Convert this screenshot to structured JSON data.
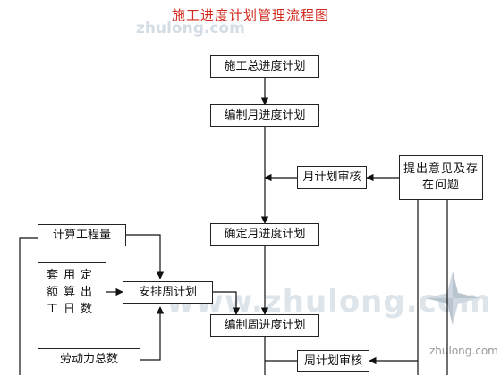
{
  "title": "施工进度计划管理流程图",
  "watermark": {
    "top": "zhulong.com",
    "center": "www.zhulong.com",
    "corner": "zhulong.com"
  },
  "nodes": {
    "total_plan": "施工总进度计划",
    "compile_monthly": "编制月进度计划",
    "monthly_review": "月计划审核",
    "feedback": "提出意见及存在问题",
    "calc_quantity": "计算工程量",
    "quota_days": "套用定额算出工日数",
    "arrange_weekly": "安排周计划",
    "confirm_monthly": "确定月进度计划",
    "compile_weekly": "编制周进度计划",
    "labor_total": "劳动力总数",
    "weekly_review": "周计划审核"
  },
  "colors": {
    "title": "#d22a1e",
    "border": "#222222"
  }
}
